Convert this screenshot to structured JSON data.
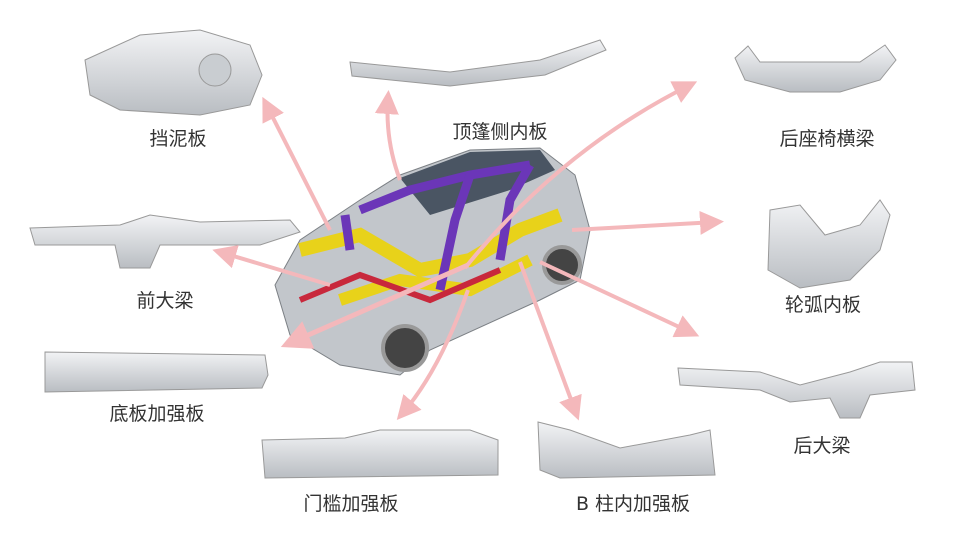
{
  "colors": {
    "arrow": "#f4b8bb",
    "part": "#d9dcdf",
    "frame_yellow": "#e8d21a",
    "frame_purple": "#6b36b8",
    "frame_red": "#c8283c",
    "car_body": "#b7bcc2"
  },
  "labels": {
    "fender": "挡泥板",
    "roof_side_inner": "顶篷侧内板",
    "rear_seat_crossmember": "后座椅横梁",
    "front_rail": "前大梁",
    "wheel_arch_inner": "轮弧内板",
    "floor_reinforcement": "底板加强板",
    "rear_rail": "后大梁",
    "sill_reinforcement": "门槛加强板",
    "b_pillar_inner_reinforcement": "B 柱内加强板"
  }
}
